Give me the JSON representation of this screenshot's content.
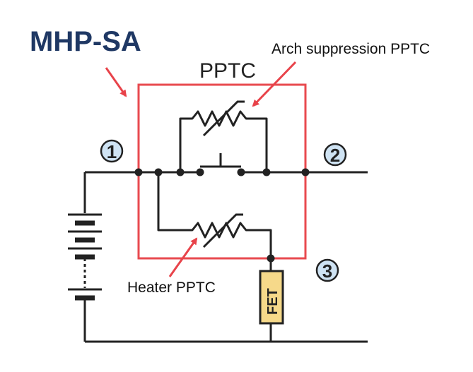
{
  "title": "MHP-SA",
  "box_label": "PPTC",
  "labels": {
    "arch": "Arch suppression PPTC",
    "heater": "Heater PPTC",
    "fet": "FET"
  },
  "nodes": [
    "1",
    "2",
    "3"
  ],
  "colors": {
    "title": "#1f3864",
    "wire": "#222222",
    "box": "#e84a4f",
    "arrow": "#e8434a",
    "node_fill": "#cfe3f3",
    "fet_fill": "#f6d98a"
  }
}
